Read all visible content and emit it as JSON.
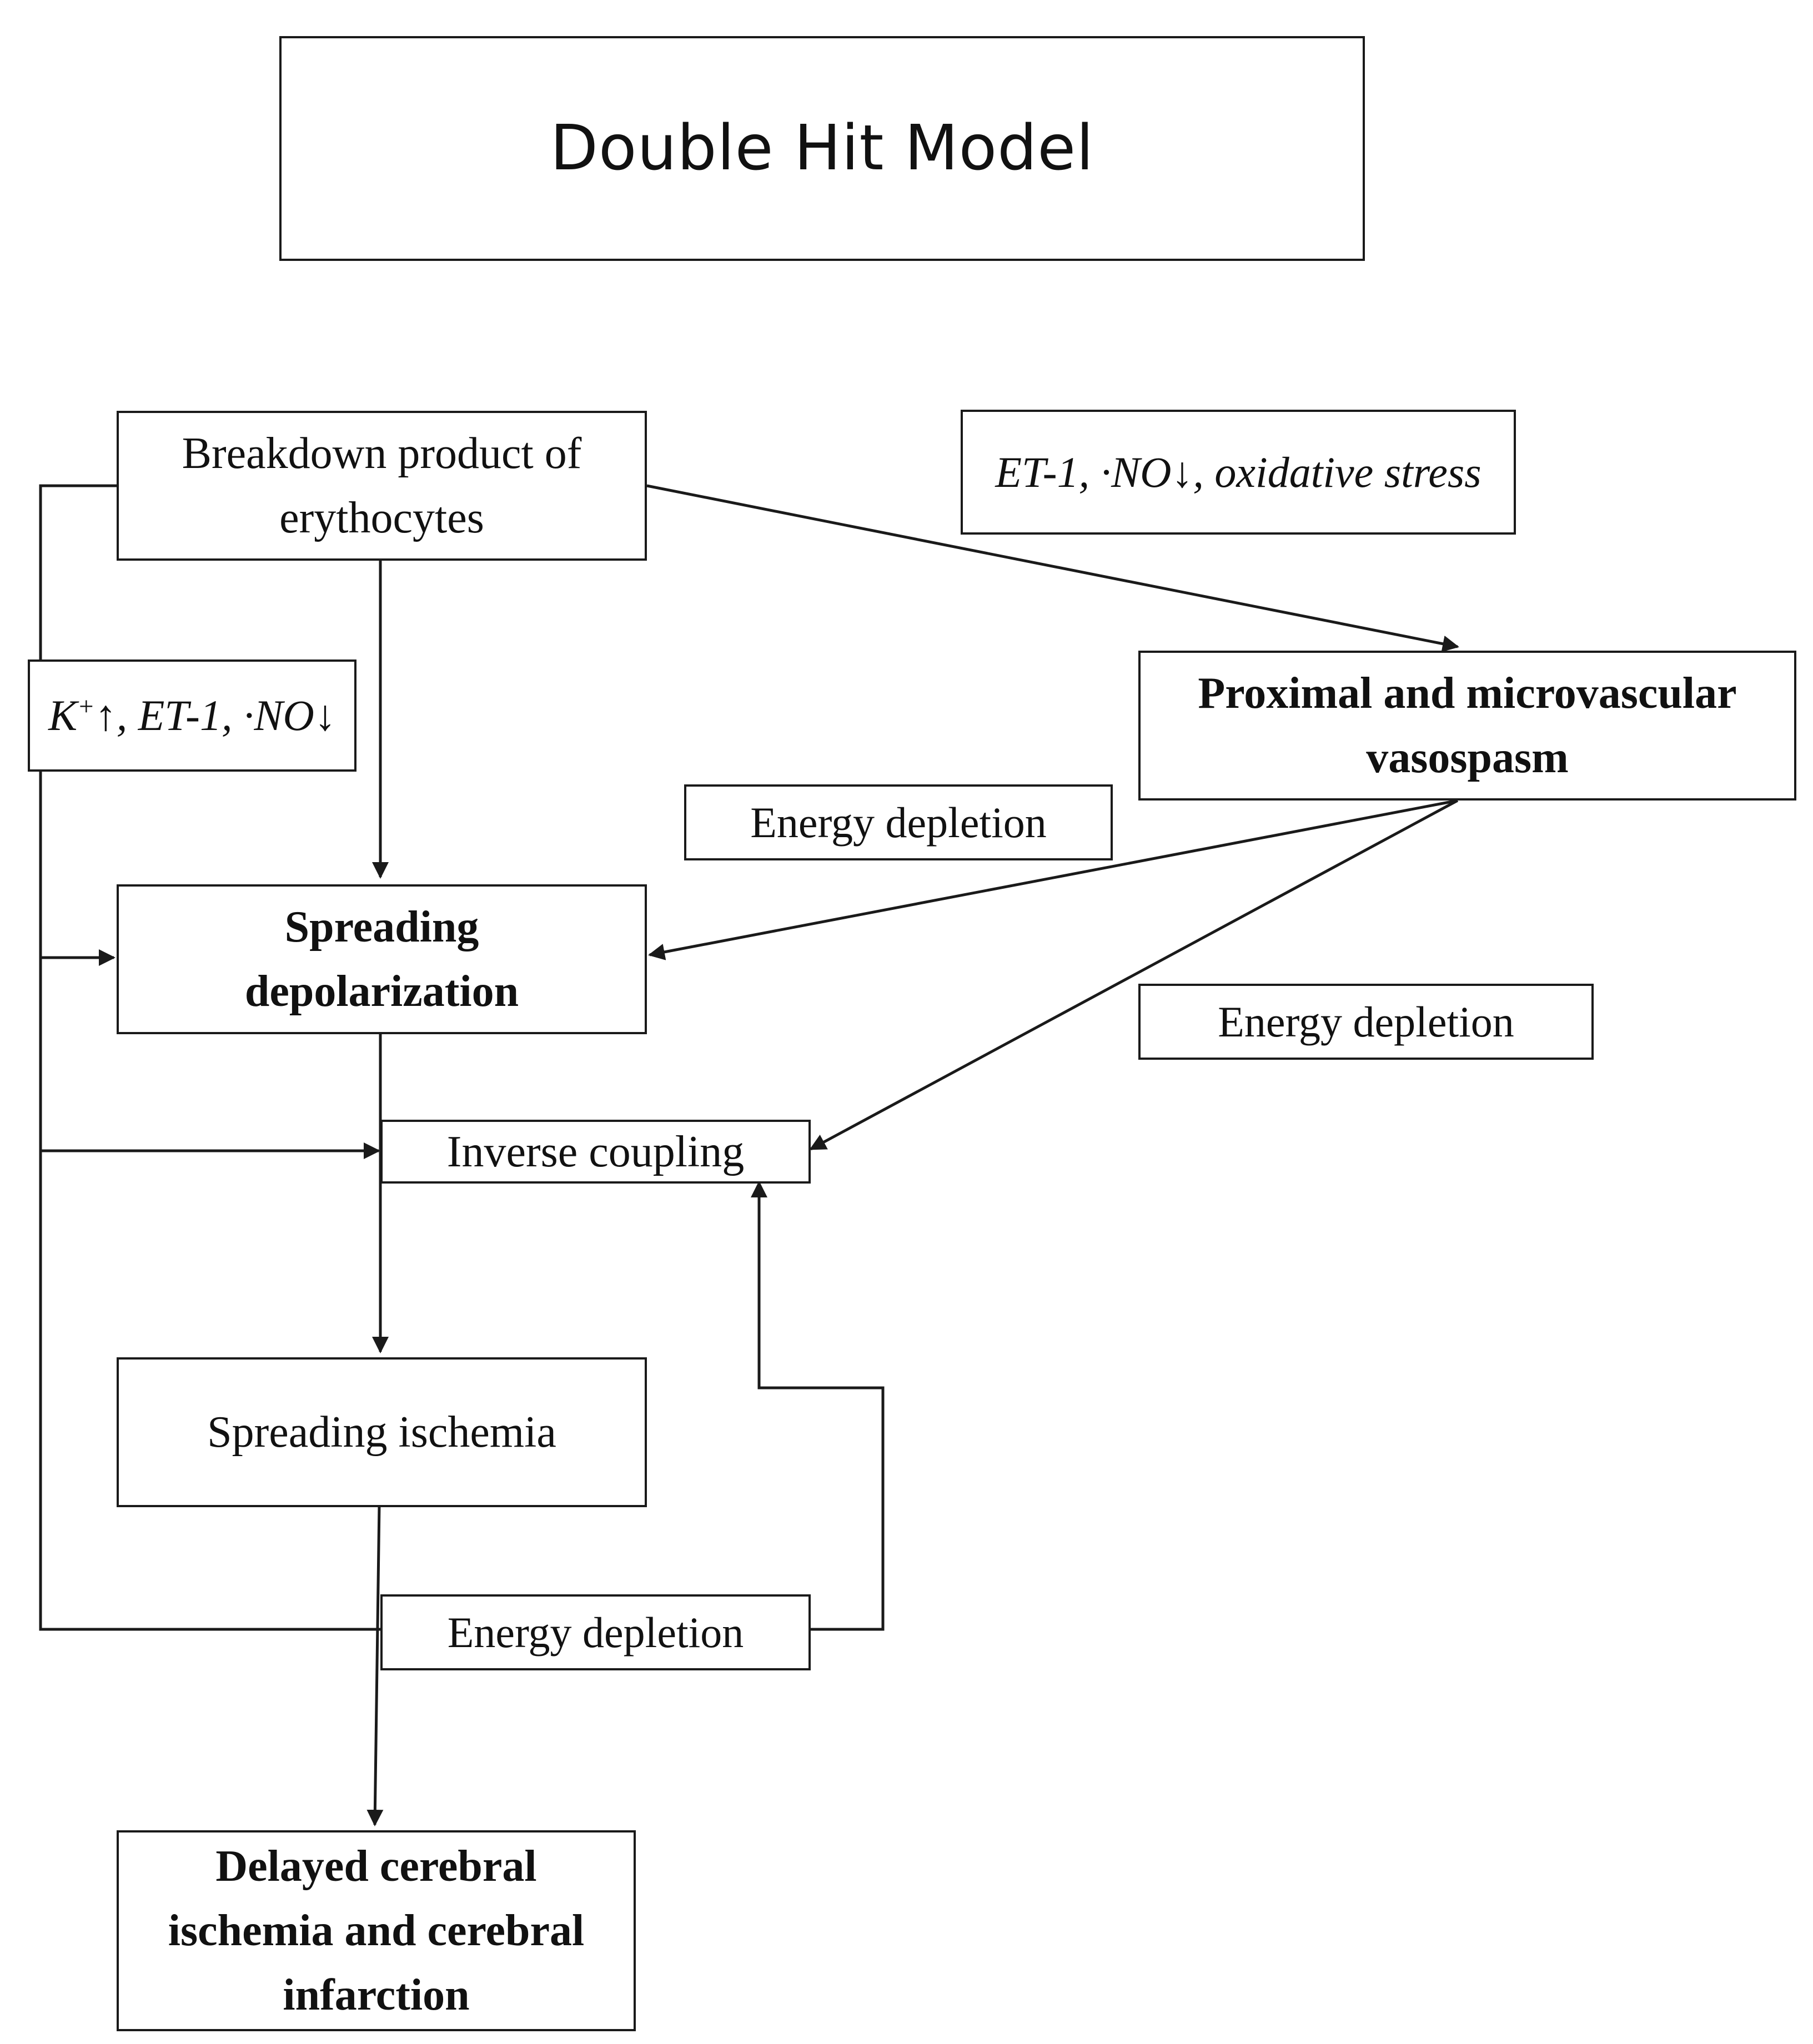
{
  "title": "Double Hit Model",
  "nodes": {
    "breakdown": "Breakdown product of erythocytes",
    "vasospasm": "Proximal and microvascular vasospasm",
    "spreading_depolarization": "Spreading depolarization",
    "inverse_coupling": "Inverse coupling",
    "spreading_ischemia": "Spreading ischemia",
    "delayed_ischemia": "Delayed cerebral ischemia and cerebral infarction"
  },
  "labels": {
    "vasospasm_mediators": "ET-1, ·NO↓, oxidative stress",
    "depolarization_mediators_k": "K",
    "depolarization_mediators_plus": "+",
    "depolarization_mediators_rest": "↑, ET-1, ·NO↓",
    "energy_depletion_1": "Energy depletion",
    "energy_depletion_2": "Energy depletion",
    "energy_depletion_3": "Energy depletion"
  }
}
